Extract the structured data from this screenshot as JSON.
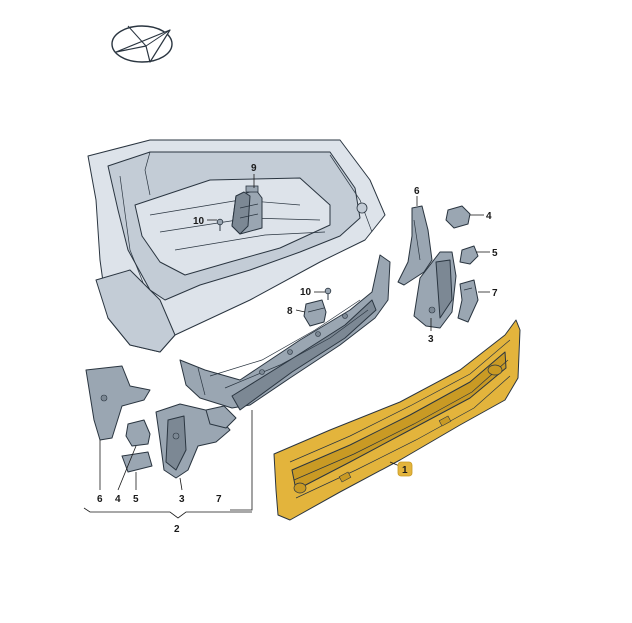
{
  "diagram": {
    "colors": {
      "background": "#ffffff",
      "trunk_fill": "#dde3ea",
      "trunk_shade": "#c3ccd6",
      "part_fill": "#9aa6b2",
      "part_dark": "#7c8894",
      "highlight_part": "#e3b43c",
      "highlight_dark": "#c99a24",
      "line": "#2a3540"
    },
    "icons": [
      "direction-arrow-icon"
    ],
    "labels": {
      "p1": "1",
      "p2": "2",
      "p3_upper": "3",
      "p3_lower": "3",
      "p4_upper": "4",
      "p4_lower": "4",
      "p5_upper": "5",
      "p5_lower": "5",
      "p6_upper": "6",
      "p6_lower": "6",
      "p7_upper": "7",
      "p7_lower": "7",
      "p8": "8",
      "p9": "9",
      "p10_upper": "10",
      "p10_lower": "10"
    }
  }
}
